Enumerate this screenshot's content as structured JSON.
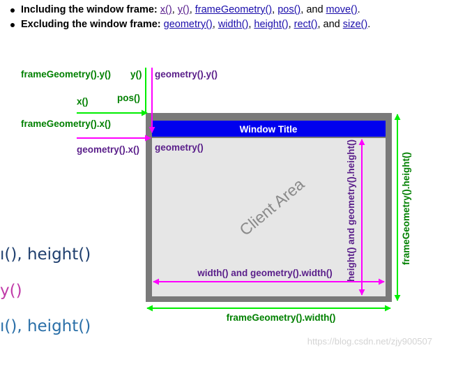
{
  "bullets": [
    {
      "lead": "Including the window frame:",
      "links": [
        "x()",
        "y()",
        "frameGeometry()",
        "pos()",
        "move()"
      ],
      "and": "and",
      "end": "."
    },
    {
      "lead": "Excluding the window frame:",
      "links": [
        "geometry()",
        "width()",
        "height()",
        "rect()",
        "size()"
      ],
      "and": "and",
      "end": "."
    }
  ],
  "diagram": {
    "window_title": "Window Title",
    "client_area": "Client Area",
    "labels": {
      "frame_y": "frameGeometry().y()",
      "y": "y()",
      "geom_y": "geometry().y()",
      "x": "x()",
      "pos": "pos()",
      "frame_x": "frameGeometry().x()",
      "geom_x": "geometry().x()",
      "geometry": "geometry()",
      "width": "width() and geometry().width()",
      "height": "height() and geometry().height()",
      "frame_height": "frameGeometry().height()",
      "frame_width": "frameGeometry().width()"
    },
    "colors": {
      "green": "#00ee00",
      "dark_green": "#008000",
      "magenta": "#ff00ff",
      "purple": "#5a1f8a",
      "title_bar": "#0000ee",
      "frame": "#7a7a7a",
      "client": "#e6e6e6"
    }
  },
  "side_fragments": [
    "ı(), height()",
    "y()",
    "ı(), height()"
  ],
  "watermark": "https://blog.csdn.net/zjy900507"
}
